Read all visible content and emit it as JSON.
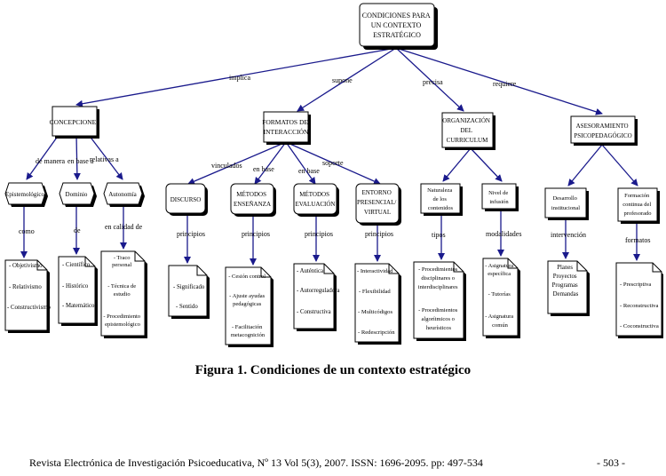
{
  "diagram": {
    "root": [
      "CONDICIONES PARA",
      "UN CONTEXTO",
      "ESTRATÉGICO"
    ],
    "branches": [
      "implica",
      "supone",
      "precisa",
      "requiere"
    ],
    "level1": {
      "concepciones": [
        "CONCEPCIONES"
      ],
      "formatos": [
        "FORMATOS DE",
        "INTERACCIÓN"
      ],
      "organizacion": [
        "ORGANIZACIÓN",
        "DEL",
        "CURRICULUM"
      ],
      "asesoramiento": [
        "ASESORAMIENTO",
        "PSICOPEDAGÓGICO"
      ]
    },
    "level2": {
      "epistemologico": {
        "link": "de manera",
        "label": [
          "Epistemológico"
        ],
        "sub": "como",
        "items": [
          "- Objetivismo",
          "- Relativismo",
          "- Constructivismo"
        ]
      },
      "dominio": {
        "link": "en base a",
        "label": [
          "Dominio"
        ],
        "sub": "de",
        "items": [
          "- Científico",
          "- Histórico",
          "- Matemático"
        ]
      },
      "autonomia": {
        "link": "relativas a",
        "label": [
          "Autonomía"
        ],
        "sub": "en calidad de",
        "items": [
          "- Traco",
          "personal",
          "- Técnica de",
          "estudio",
          "- Procedimiento",
          "epistemológico"
        ]
      },
      "discurso": {
        "link": "vinculados",
        "label": [
          "DISCURSO"
        ],
        "sub": "principios",
        "items": [
          "- Significado",
          "- Sentido"
        ]
      },
      "metodos_ense": {
        "link": "en base",
        "label": [
          "MÉTODOS",
          "ENSEÑANZA"
        ],
        "sub": "principios",
        "items": [
          "- Cesión control",
          "- Ajuste ayudas",
          "pedagógicas",
          "- Facilitación",
          "metacognición"
        ]
      },
      "metodos_eval": {
        "link": "en base",
        "label": [
          "MÉTODOS",
          "EVALUACIÓN"
        ],
        "sub": "principios",
        "items": [
          "- Auténtica",
          "- Autorreguladora",
          "- Constructiva"
        ]
      },
      "entorno": {
        "link": "soporte",
        "label": [
          "ENTORNO",
          "PRESENCIAL/",
          "VIRTUAL"
        ],
        "sub": "principios",
        "items": [
          "- Interactividad",
          "- Flexibilidad",
          "- Multicódigos",
          "- Redescripción"
        ]
      },
      "naturaleza": {
        "link": "",
        "label": [
          "Naturaleza",
          "de los",
          "contenidos"
        ],
        "sub": "tipos",
        "items": [
          "- Procedimientos",
          "disciplinares o",
          "interdisciplinares",
          "- Procedimientos",
          "algorítmicos o",
          "heurísticos"
        ]
      },
      "nivel": {
        "link": "",
        "label": [
          "Nivel de",
          "infusión"
        ],
        "sub": "modalidades",
        "items": [
          "- Asignatura",
          "específica",
          "- Tutorías",
          "- Asignatura",
          "común"
        ]
      },
      "desarrollo": {
        "link": "",
        "label": [
          "Desarrollo",
          "institucional"
        ],
        "sub": "intervención",
        "items": [
          "Planes",
          "Proyectos",
          "Programas",
          "Demandas"
        ]
      },
      "formacion": {
        "link": "",
        "label": [
          "Formación",
          "continua del",
          "profesorado"
        ],
        "sub": "formatos",
        "items": [
          "- Prescriptiva",
          "- Reconstructiva",
          "- Coconstructiva"
        ]
      }
    }
  },
  "caption": "Figura 1. Condiciones de un contexto estratégico",
  "footer": {
    "citation": "Revista Electrónica de Investigación Psicoeducativa, Nº 13 Vol 5(3), 2007. ISSN: 1696-2095. pp: 497-534",
    "page": "- 503 -"
  }
}
